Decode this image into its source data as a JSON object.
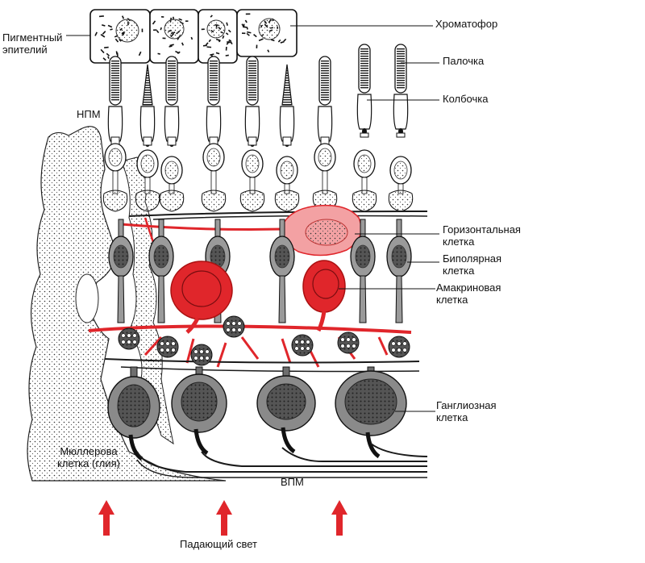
{
  "labels": {
    "pigment_epithelium": [
      "Пигментный",
      "эпителий"
    ],
    "chromatophore": "Хроматофор",
    "rod": "Палочка",
    "cone": "Колбочка",
    "npm": "НПМ",
    "horizontal_cell": [
      "Горизонтальная",
      "клетка"
    ],
    "bipolar_cell": [
      "Биполярная",
      "клетка"
    ],
    "amacrine_cell": [
      "Амакриновая",
      "клетка"
    ],
    "ganglion_cell": [
      "Ганглиозная",
      "клетка"
    ],
    "muller_cell": [
      "Мюллерова",
      "клетка (глия)"
    ],
    "vpm": "ВПМ",
    "incident_light": "Падающий свет"
  },
  "colors": {
    "ink": "#1a1a1a",
    "cell_gray": "#9a9a9a",
    "cell_dark": "#6e6e6e",
    "red": "#e0262b",
    "pink": "#f3a1a3",
    "arrow_red": "#e0262b"
  }
}
